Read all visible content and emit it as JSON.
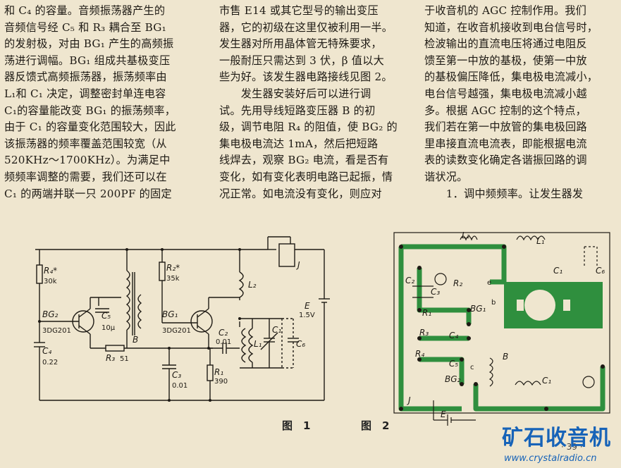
{
  "columns": {
    "col1": [
      "和 C₄ 的容量。音频振荡器产生的",
      "音频信号经 C₅ 和 R₃ 耦合至 BG₁",
      "的发射极，对由 BG₁ 产生的高频振",
      "荡进行调幅。BG₁ 组成共基极变压",
      "器反馈式高频振荡器，振荡频率由",
      "L₁和 C₁ 决定，调整密封单连电容",
      "C₁的容量能改变 BG₁ 的振荡频率，",
      "由于 C₁ 的容量变化范围较大，因此",
      "该振荡器的频率覆盖范围较宽（从",
      "520KHz～1700KHz）。为满足中",
      "频频率调整的需要，我们还可以在",
      "C₁ 的两端并联一只 200PF 的固定"
    ],
    "col2": [
      "市售 E14 或其它型号的输出变压",
      "器，它的初级在这里仅被利用一半。",
      "发生器对所用晶体管无特殊要求，",
      "一般耐压只需达到 3 伏，β 值以大",
      "些为好。该发生器电路接线见图 2。",
      "　　发生器安装好后可以进行调",
      "试。先用导线短路变压器 B 的初",
      "级，调节电阻 R₄ 的阻值，使 BG₂ 的",
      "集电极电流达 1mA，然后把短路",
      "线焊去，观察 BG₂ 电流，看是否有",
      "变化，如有变化表明电路已起振，情",
      "况正常。如电流没有变化，则应对"
    ],
    "col3": [
      "于收音机的 AGC 控制作用。我们",
      "知道，在收音机接收到电台信号时，",
      "检波输出的直流电压将通过电阻反",
      "馈至第一中放的基极，使第一中放",
      "的基极偏压降低，集电极电流减小，",
      "电台信号越强，集电极电流减小越",
      "多。根据 AGC 控制的这个特点，",
      "我们若在第一中放管的集电极回路",
      "里串接直流电流表，即能根据电流",
      "表的读数变化确定各谐振回路的调",
      "谐状况。",
      "　　1．调中频频率。让发生器发"
    ]
  },
  "figure1": {
    "caption": "图　1",
    "labels": {
      "r4": "R₄*",
      "r4v": "30k",
      "r2": "R₂*",
      "r2v": "35k",
      "c5": "C₅",
      "c5v": "10μ",
      "bg2": "BG₂",
      "bg2m": "3DG201",
      "bg1": "BG₁",
      "bg1m": "3DG201",
      "c4": "C₄",
      "c4v": "0.22",
      "r3": "R₃",
      "r3v": "51",
      "b": "B",
      "c3": "C₃",
      "c3v": "0.01",
      "c2": "C₂",
      "c2v": "0.01",
      "r1": "R₁",
      "r1v": "390",
      "l1": "L₁",
      "l2": "L₂",
      "c1": "C₁",
      "c6": "C₆",
      "e": "E",
      "ev": "1.5V",
      "j": "J"
    }
  },
  "figure2": {
    "caption": "图　2",
    "labels": {
      "l2": "L₂",
      "l1": "L₁",
      "c1": "C₁",
      "c6": "C₆",
      "c2": "C₂",
      "c3": "C₃",
      "r2": "R₂",
      "r1": "R₁",
      "r3": "R₃",
      "r4": "R₄",
      "c4": "C₄",
      "c5": "C₅",
      "bg1": "BG₁",
      "bg2": "BG₂",
      "b": "B",
      "c1b": "C₁",
      "j": "J",
      "e": "E",
      "pin_e": "e",
      "pin_b": "b",
      "pin_c": "c"
    }
  },
  "page_number": "· 39 ·",
  "watermark": {
    "brand": "矿石收音机",
    "url": "www.crystalradio.cn"
  },
  "colors": {
    "paper": "#efe6cf",
    "ink": "#1e1a14",
    "pcb_green": "#2f8f3e",
    "watermark": "#1763b8"
  }
}
